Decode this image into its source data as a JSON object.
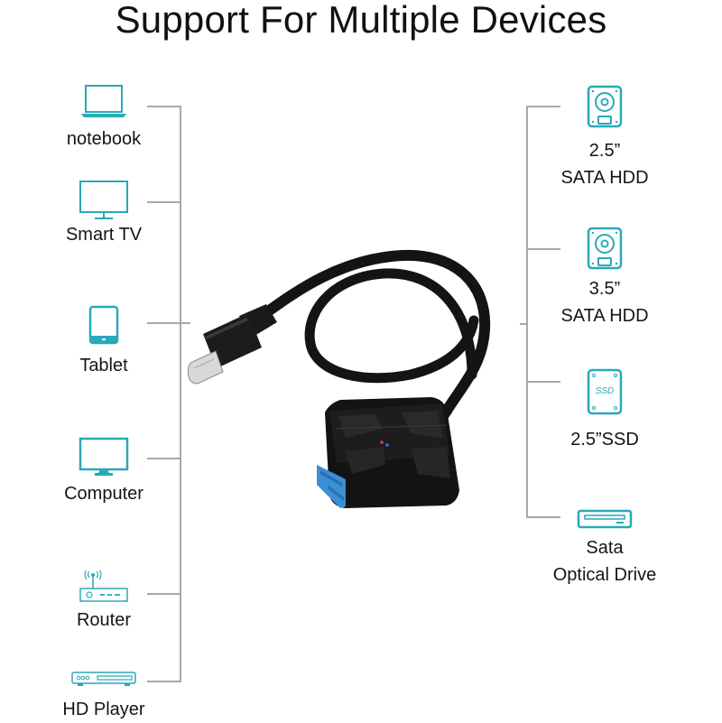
{
  "title": "Support For Multiple Devices",
  "colors": {
    "icon_teal": "#2aa9b8",
    "line_gray": "#a8a8a8",
    "cable_black": "#151515",
    "sata_blue": "#3a8fd6"
  },
  "left_devices": [
    {
      "label": "notebook",
      "icon": "laptop-icon"
    },
    {
      "label": "Smart TV",
      "icon": "tv-icon"
    },
    {
      "label": "Tablet",
      "icon": "tablet-icon"
    },
    {
      "label": "Computer",
      "icon": "monitor-icon"
    },
    {
      "label": "Router",
      "icon": "router-icon"
    },
    {
      "label": "HD Player",
      "icon": "hd-player-icon"
    }
  ],
  "right_devices": [
    {
      "line1": "2.5”",
      "line2": "SATA HDD",
      "icon": "hdd-icon"
    },
    {
      "line1": "3.5”",
      "line2": "SATA HDD",
      "icon": "hdd-icon"
    },
    {
      "line1": "2.5”SSD",
      "line2": "",
      "icon": "ssd-icon",
      "icon_text": "SSD"
    },
    {
      "line1": "Sata",
      "line2": "Optical Drive",
      "icon": "optical-drive-icon"
    }
  ],
  "product": {
    "name": "USB-C to SATA adapter cable",
    "led_colors": [
      "#e0405a",
      "#3a6ee8"
    ]
  }
}
